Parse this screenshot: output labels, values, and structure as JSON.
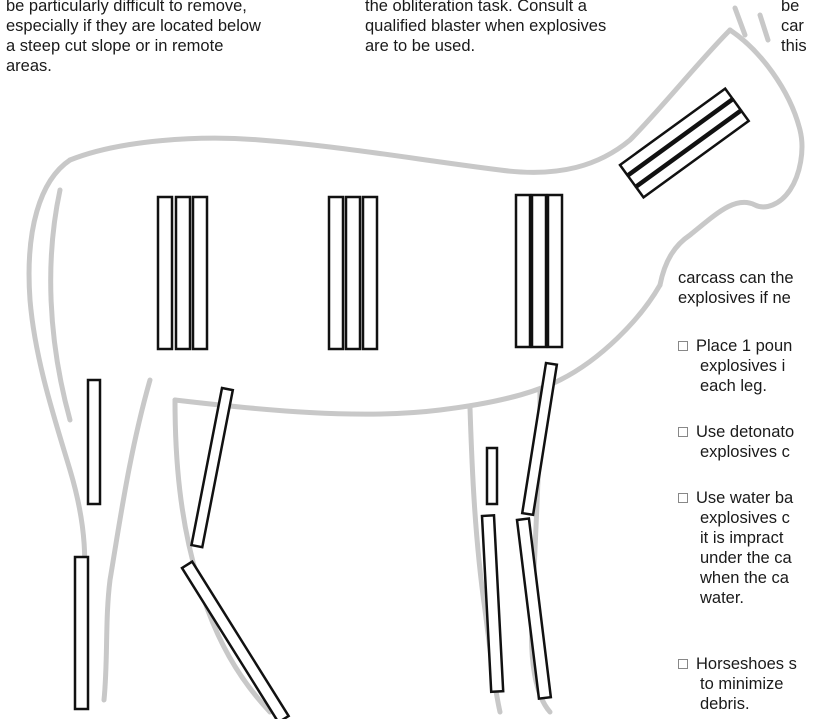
{
  "column1_lines": [
    "be particularly difficult to remove,",
    "especially if they are located below",
    "a steep cut slope or in remote",
    "areas."
  ],
  "column2_lines": [
    "the obliteration task.  Consult a",
    "qualified blaster when explosives",
    "are to be used."
  ],
  "column3_lines": [
    "be",
    "car",
    "this"
  ],
  "right_intro_lines": [
    "carcass can the",
    "explosives if ne"
  ],
  "bullets": [
    {
      "lines": [
        "Place 1 poun",
        "explosives i",
        "each leg."
      ]
    },
    {
      "lines": [
        "Use detonato",
        "explosives c"
      ]
    },
    {
      "lines": [
        "Use water ba",
        "explosives c",
        "it is impract",
        "under the ca",
        "when the ca",
        "water."
      ]
    },
    {
      "lines": [
        "Horseshoes s",
        "to minimize",
        "debris."
      ]
    }
  ],
  "colors": {
    "outline": "#c8c8c8",
    "charge_stroke": "#111111"
  }
}
